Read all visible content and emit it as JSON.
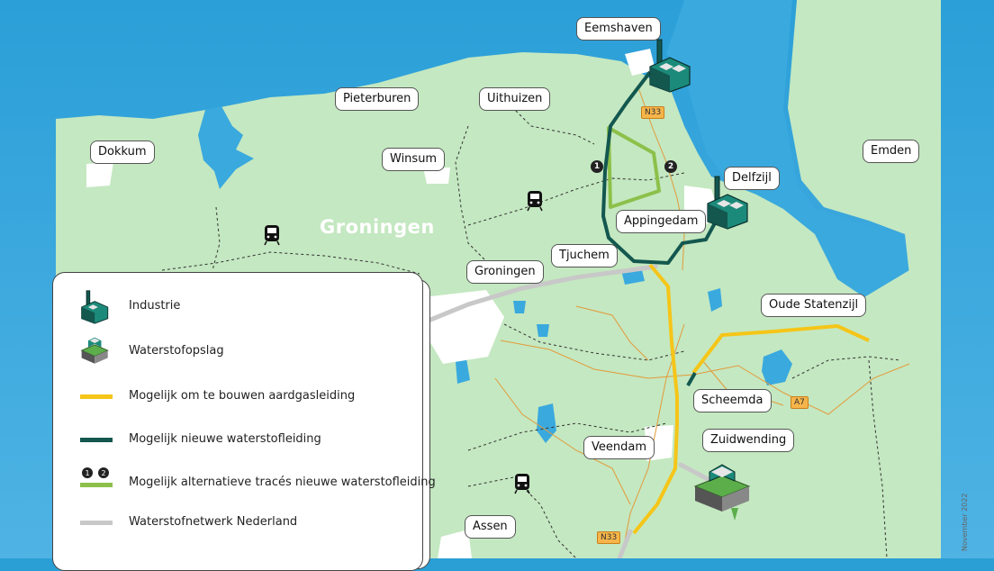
{
  "map": {
    "region_label": "Groningen",
    "date_note": "November 2022",
    "places": {
      "eemshaven": "Eemshaven",
      "pieterburen": "Pieterburen",
      "uithuizen": "Uithuizen",
      "dokkum": "Dokkum",
      "winsum": "Winsum",
      "delfzijl": "Delfzijl",
      "emden": "Emden",
      "appingedam": "Appingedam",
      "tjuchem": "Tjuchem",
      "groningen": "Groningen",
      "oude_statenzijl": "Oude Statenzijl",
      "scheemda": "Scheemda",
      "zuidwending": "Zuidwending",
      "veendam": "Veendam",
      "assen": "Assen"
    },
    "roads": {
      "n33_north": "N33",
      "a7": "A7",
      "n33_south": "N33"
    },
    "route_markers": [
      "1",
      "2"
    ],
    "icons": [
      "industry-icon",
      "storage-icon",
      "train-icon"
    ],
    "colors": {
      "sea": "#2a9fd6",
      "land": "#c4e8c1",
      "aardgas": "#f5c518",
      "waterstof_new": "#13574f",
      "alternatief": "#8cc04a",
      "netwerk": "#c8c8c8"
    }
  },
  "legend": {
    "items": [
      {
        "label": "Industrie",
        "symbol": "industry-icon"
      },
      {
        "label": "Waterstofopslag",
        "symbol": "storage-icon"
      },
      {
        "label": "Mogelijk om te bouwen aardgasleiding",
        "symbol": "yellow-line"
      },
      {
        "label": "Mogelijk nieuwe waterstofleiding",
        "symbol": "darkgreen-line"
      },
      {
        "label": "Mogelijk alternatieve tracés nieuwe waterstofleiding",
        "symbol": "lightgreen-line",
        "markers": [
          "1",
          "2"
        ]
      },
      {
        "label": "Waterstofnetwerk Nederland",
        "symbol": "grey-line"
      }
    ]
  }
}
